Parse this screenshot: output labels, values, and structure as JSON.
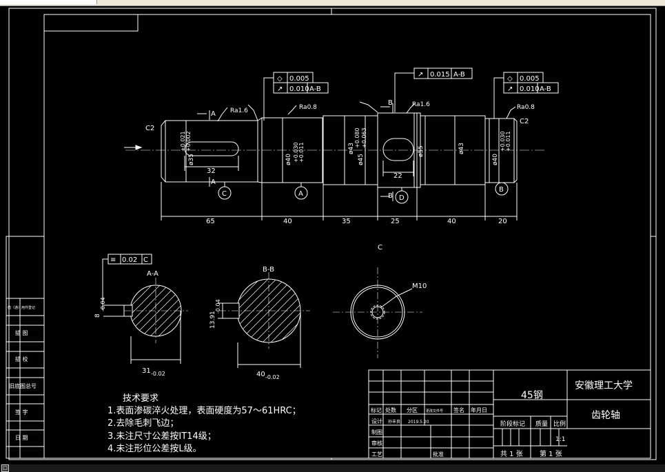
{
  "title_block": {
    "material": "45钢",
    "school": "安徽理工大学",
    "part_name": "齿轮轴",
    "scale": "1:1",
    "sheet_total": "共 1 张",
    "sheet_current": "第 1 张",
    "headers": [
      "标记",
      "处数",
      "分区",
      "更改文件号",
      "签名",
      "年月日"
    ],
    "rows": [
      "设计",
      "制图",
      "审核",
      "工艺"
    ],
    "designer": "孙丰良",
    "date": "2019.5.20",
    "approve": "批准",
    "stage_mark": "阶段标记",
    "weight": "质量",
    "ratio": "比例"
  },
  "side_labels": [
    "借（通）用件登记",
    "描 图",
    "描 校",
    "旧底图总号",
    "签 字",
    "日 期"
  ],
  "tech": {
    "heading": "技术要求",
    "items": [
      "1.表面渗碳淬火处理，表面硬度为57～61HRC；",
      "2.去除毛刺飞边；",
      "3.未注尺寸公差按IT14级；",
      "4.未注形位公差按L级。"
    ]
  },
  "dims": {
    "lengths": [
      "65",
      "40",
      "35",
      "25",
      "40",
      "20"
    ],
    "keyway": "22",
    "keyway2": "32",
    "dia_shoulder": "ø43",
    "dia_gear": "ø55",
    "dia_bearing_right": "ø43",
    "dia_40": "ø40",
    "tol_40_upper": "+0.030",
    "tol_40_lower": "+0.011",
    "dia_45": "ø45",
    "tol_45_upper": "+0.080",
    "tol_45_lower": "+0.063",
    "dia_35": "ø35",
    "tol_35_upper": "+0.021",
    "tol_35_lower": "+0.002",
    "chamfer_left": "C2",
    "chamfer_right": "C2",
    "rough_16": "Ra1.6",
    "rough_08": "Ra0.8",
    "rough_1_6": "Ra1.6",
    "rough_08b": "Ra0.8"
  },
  "tolerance_frames": {
    "left": [
      {
        "sym": "◇",
        "val": "0.005"
      },
      {
        "sym": "↗",
        "val": "0.010",
        "datum": "A-B"
      }
    ],
    "mid": [
      {
        "sym": "↗",
        "val": "0.015",
        "datum": "A-B"
      }
    ],
    "right": [
      {
        "sym": "◇",
        "val": "0.005"
      },
      {
        "sym": "↗",
        "val": "0.010",
        "datum": "A-B"
      }
    ],
    "section": [
      {
        "sym": "≡",
        "val": "0.02",
        "datum": "C"
      }
    ]
  },
  "sections": {
    "aa_label": "A-A",
    "bb_label": "B-B",
    "c_label": "C",
    "m10": "M10",
    "aa_width": "31",
    "aa_width_tol": "-0.02",
    "aa_key": "8",
    "aa_key_tol": "-0.04",
    "bb_width": "40",
    "bb_width_tol": "-0.02",
    "bb_key": "13.91",
    "bb_key_tol": "-0.04"
  },
  "datums": [
    "C",
    "A",
    "D",
    "B"
  ],
  "section_marks": [
    "A",
    "A",
    "B",
    "B"
  ],
  "colors": {
    "line": "#ffffff",
    "bg": "#000000",
    "center": "#ff2020"
  }
}
